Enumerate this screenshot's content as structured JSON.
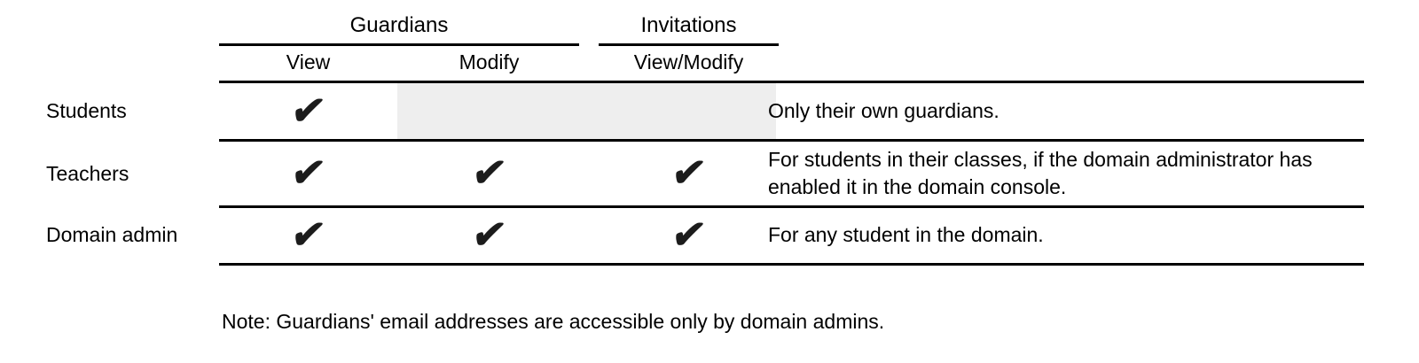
{
  "table": {
    "column_groups": [
      {
        "label": "Guardians",
        "sub_columns": [
          "View",
          "Modify"
        ]
      },
      {
        "label": "Invitations",
        "sub_columns": [
          "View/Modify"
        ]
      }
    ],
    "check_glyph": "✔",
    "rows": [
      {
        "label": "Students",
        "permissions": {
          "guardians_view": true,
          "guardians_modify": false,
          "invitations_view_modify": false
        },
        "note": "Only their own guardians."
      },
      {
        "label": "Teachers",
        "permissions": {
          "guardians_view": true,
          "guardians_modify": true,
          "invitations_view_modify": true
        },
        "note": "For students in their classes, if the domain administrator has enabled it in the domain console."
      },
      {
        "label": "Domain admin",
        "permissions": {
          "guardians_view": true,
          "guardians_modify": true,
          "invitations_view_modify": true
        },
        "note": "For any student in the domain."
      }
    ],
    "colors": {
      "disabled_cell": "#eeeeee",
      "rule": "#000000",
      "text": "#000000",
      "check": "#1c1c1c"
    }
  },
  "footnote": "Note: Guardians' email addresses are accessible only by domain admins."
}
